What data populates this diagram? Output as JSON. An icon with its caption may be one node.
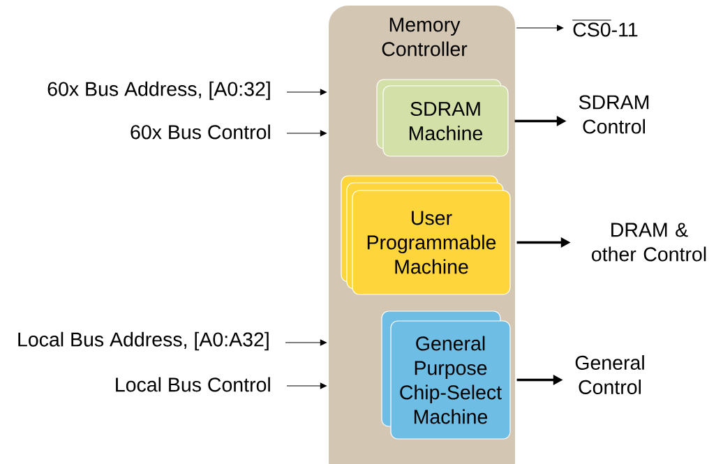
{
  "diagram": {
    "nodes": [
      {
        "text": [
          "Memory Controller"
        ]
      },
      {
        "text": [
          "SDRAM Machine"
        ],
        "in": 0
      },
      {
        "text": [
          "User Programmable Machine"
        ],
        "in": 0
      },
      {
        "text": [
          "General Purpose Chip-Select Machine"
        ],
        "in": 0
      },
      {
        "text": [
          "\\overline{\\text{CS0}}\\text{-11}"
        ]
      },
      {
        "text": [
          "SDRAM Control"
        ]
      },
      {
        "text": [
          "DRAM & other Control"
        ]
      },
      {
        "text": [
          "General Control"
        ]
      },
      {
        "text": [
          "60x Bus Address, [A0:32]"
        ]
      },
      {
        "text": [
          "60x Bus Control"
        ]
      },
      {
        "text": [
          "Local Bus Address, [A0:A32]"
        ]
      },
      {
        "text": [
          "Local Bus Control"
        ]
      }
    ],
    "edges": [
      {
        "from": 0,
        "to": 4,
        "arrow": "to"
      },
      {
        "from": 1,
        "to": 5,
        "arrow": "to",
        "style": "thick"
      },
      {
        "from": 2,
        "to": 6,
        "arrow": "to",
        "style": "thick"
      },
      {
        "from": 3,
        "to": 7,
        "arrow": "to",
        "style": "thick"
      },
      {
        "from": 8,
        "to": 0,
        "arrow": "to"
      },
      {
        "from": 9,
        "to": 0,
        "arrow": "to"
      },
      {
        "from": 10,
        "to": 0,
        "arrow": "to"
      },
      {
        "from": 11,
        "to": 0,
        "arrow": "to"
      }
    ]
  }
}
